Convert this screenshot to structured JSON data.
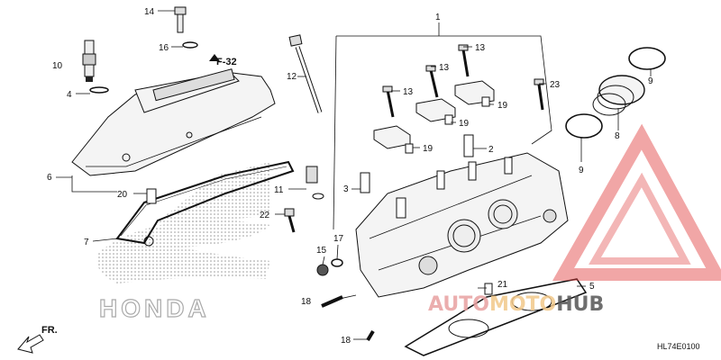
{
  "diagram": {
    "parts": [
      {
        "num": "1"
      },
      {
        "num": "2"
      },
      {
        "num": "3"
      },
      {
        "num": "4"
      },
      {
        "num": "5"
      },
      {
        "num": "6"
      },
      {
        "num": "7"
      },
      {
        "num": "8"
      },
      {
        "num": "9"
      },
      {
        "num": "10"
      },
      {
        "num": "11"
      },
      {
        "num": "12"
      },
      {
        "num": "13"
      },
      {
        "num": "14"
      },
      {
        "num": "15"
      },
      {
        "num": "16"
      },
      {
        "num": "17"
      },
      {
        "num": "18"
      },
      {
        "num": "19"
      },
      {
        "num": "20"
      },
      {
        "num": "21"
      },
      {
        "num": "22"
      },
      {
        "num": "23"
      }
    ],
    "ref_tag": "F-32",
    "direction_label": "FR.",
    "drawing_code": "HL74E0100",
    "brand_mark": "HONDA"
  },
  "watermark": {
    "text_parts": [
      "AUTO",
      "MOTO",
      "HUB"
    ],
    "colors": {
      "auto": "#e8a0a0",
      "moto": "#f2c88a",
      "hub": "#555555",
      "triangle": "#e04040"
    }
  }
}
